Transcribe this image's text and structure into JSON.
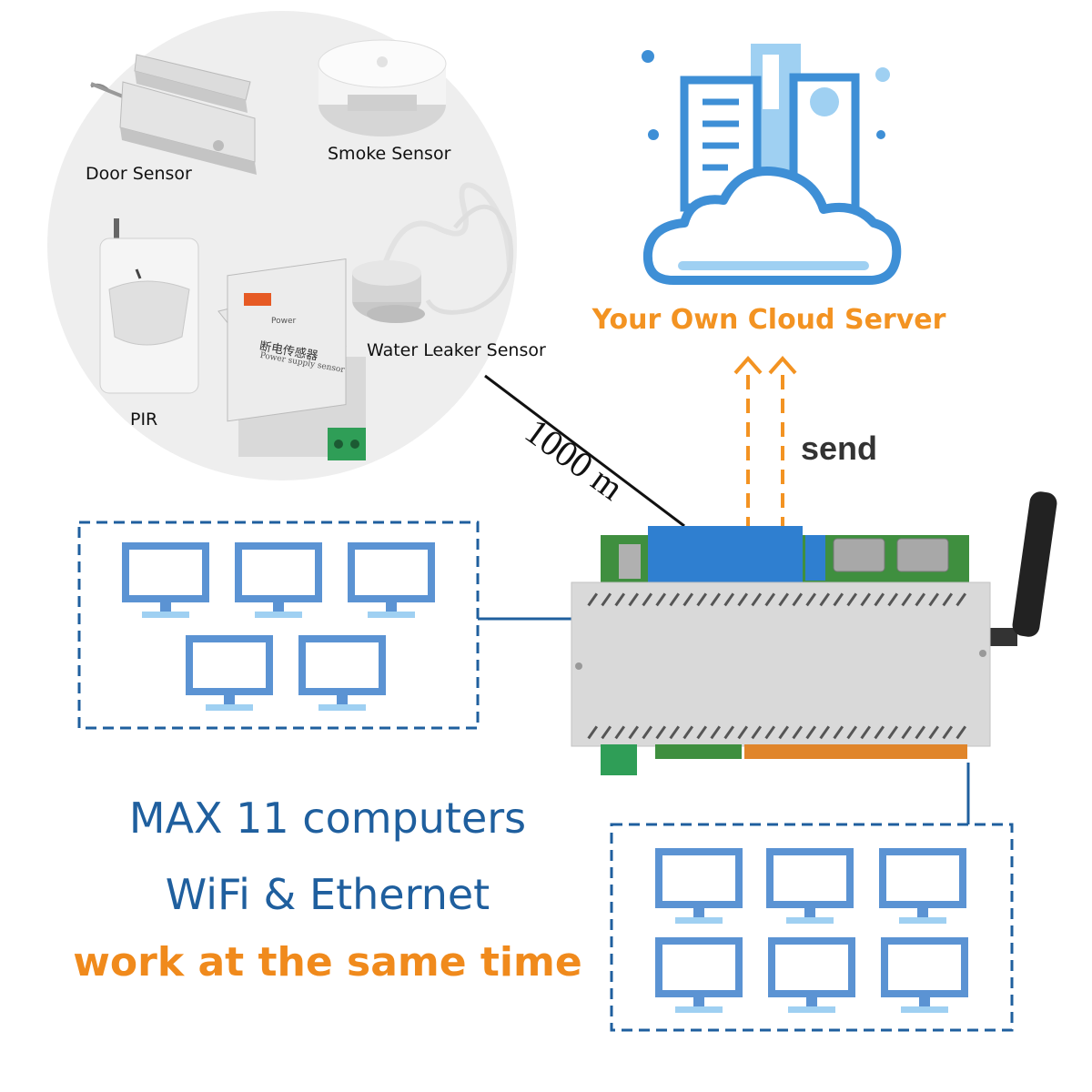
{
  "sensors": {
    "door": "Door Sensor",
    "smoke": "Smoke Sensor",
    "pir": "PIR",
    "water": "Water Leaker Sensor"
  },
  "power_module": {
    "title": "断电传感器",
    "subtitle": "Power supply sensor",
    "power": "Power"
  },
  "cloud": {
    "title": "Your Own Cloud Server"
  },
  "link": {
    "distance": "1000 m",
    "send": "send"
  },
  "captions": {
    "line1": "MAX 11 computers",
    "line2": "WiFi & Ethernet",
    "line3": "work at the same time"
  },
  "groups": {
    "left_computers": 5,
    "right_computers": 6
  },
  "colors": {
    "cloud_blue": "#3e8fd6",
    "light_blue": "#9fd0f2",
    "orange": "#f39322",
    "monitor_blue": "#5b93d3",
    "dashed_border": "#1f5f9e"
  }
}
